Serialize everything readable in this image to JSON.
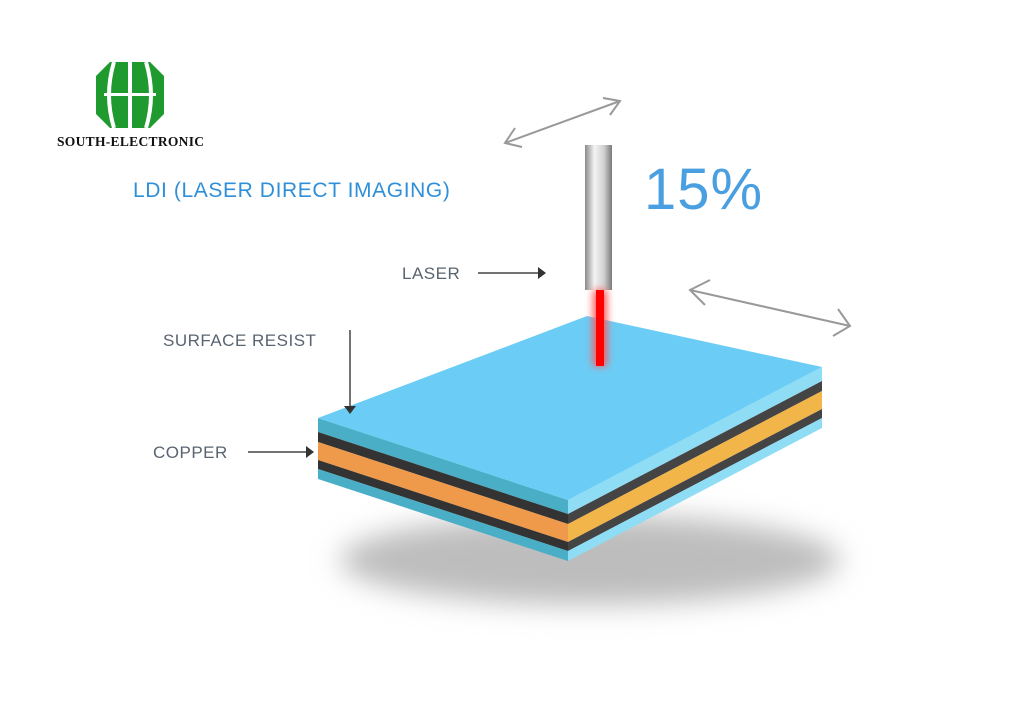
{
  "logo": {
    "text": "SOUTH-ELECTRONIC",
    "color": "#1e9a2e"
  },
  "title": "LDI (LASER DIRECT IMAGING)",
  "percent": "15%",
  "labels": {
    "laser": "LASER",
    "surface_resist": "SURFACE RESIST",
    "copper": "COPPER"
  },
  "colors": {
    "title": "#2f8fd8",
    "board_top": "#6bcdf5",
    "copper": "#f2b54a",
    "laser_beam": "#ff0000"
  }
}
